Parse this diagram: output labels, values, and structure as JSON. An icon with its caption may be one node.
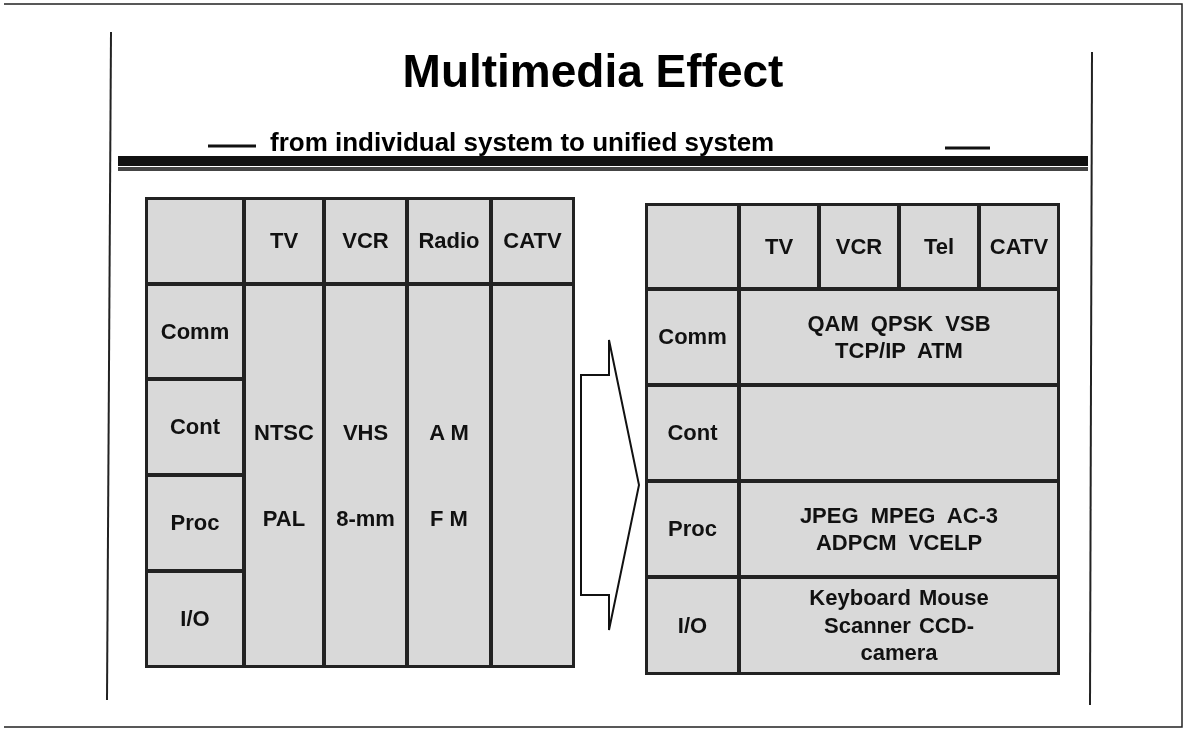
{
  "diagram": {
    "title": "Multimedia Effect",
    "nodes": [
      {
        "text": [],
        "shape": "box"
      },
      {
        "text": [],
        "shape": "box",
        "in": 0
      },
      {
        "text": [
          "TV"
        ],
        "in": 0
      },
      {
        "text": [
          "VCR"
        ],
        "in": 0
      },
      {
        "text": [
          "Radio"
        ],
        "in": 0
      },
      {
        "text": [
          "CATV"
        ],
        "in": 0
      },
      {
        "text": [
          "Comm"
        ],
        "in": 0
      },
      {
        "text": [
          "Cont"
        ],
        "in": 0
      },
      {
        "text": [
          "Proc"
        ],
        "in": 0
      },
      {
        "text": [
          "I/O"
        ],
        "in": 0
      },
      {
        "text": [
          "NTSC",
          "PAL"
        ],
        "in": 0
      },
      {
        "text": [
          "VHS",
          "8-mm"
        ],
        "in": 0
      },
      {
        "text": [
          "A M",
          "F M"
        ],
        "in": 0
      },
      {
        "text": [],
        "shape": "box",
        "in": 0
      },
      {
        "text": [],
        "shape": "box"
      },
      {
        "text": [],
        "shape": "box",
        "in": 14
      },
      {
        "text": [
          "TV"
        ],
        "in": 14
      },
      {
        "text": [
          "VCR"
        ],
        "in": 14
      },
      {
        "text": [
          "Tel"
        ],
        "in": 14
      },
      {
        "text": [
          "CATV"
        ],
        "in": 14
      },
      {
        "text": [
          "Comm"
        ],
        "in": 14
      },
      {
        "text": [
          "Cont"
        ],
        "in": 14
      },
      {
        "text": [
          "Proc"
        ],
        "in": 14
      },
      {
        "text": [
          "I/O"
        ],
        "in": 14
      },
      {
        "text": [
          "QAM QPSK VSB TCP/IP ATM"
        ],
        "in": 14
      },
      {
        "text": [],
        "shape": "box",
        "in": 14
      },
      {
        "text": [
          "JPEG MPEG AC-3 ADPCM VCELP"
        ],
        "in": 14
      },
      {
        "text": [
          "Keyboard Mouse Scanner CCD-camera"
        ],
        "in": 14
      }
    ],
    "edges": [
      {
        "from": 0,
        "to": 14,
        "arrow": "to"
      }
    ],
    "labels": [
      "from individual system to unified system"
    ]
  }
}
